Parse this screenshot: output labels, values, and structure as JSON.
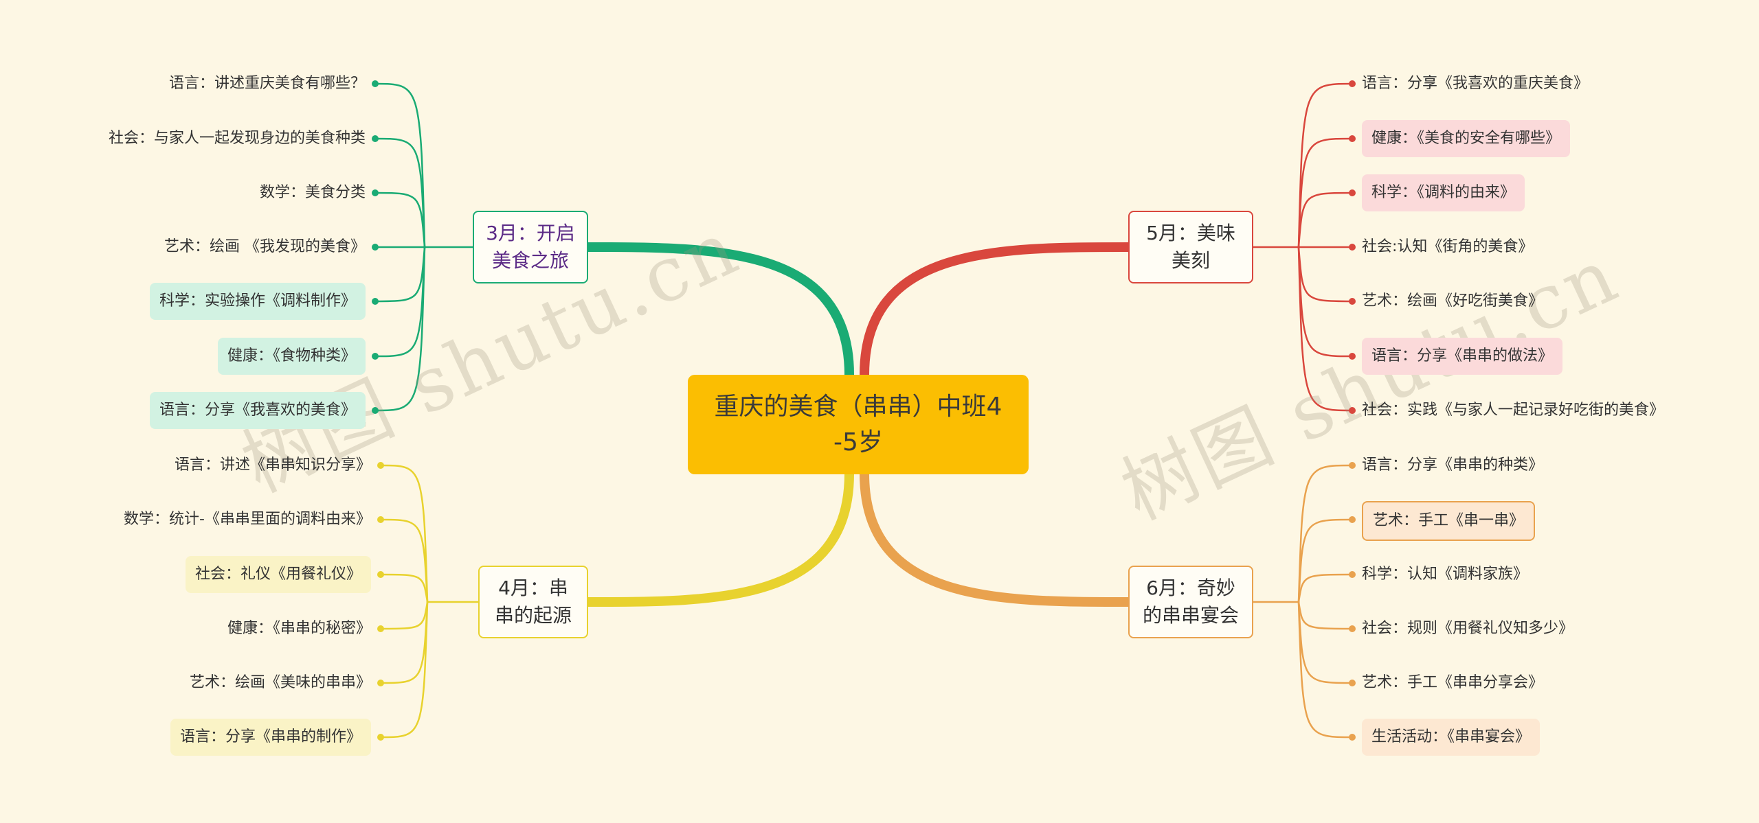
{
  "root": {
    "text": "重庆的美食（串串）中班4\n-5岁",
    "color": "#fbbe02"
  },
  "watermark": "树图 shutu.cn",
  "branches": [
    {
      "id": "mar",
      "side": "left",
      "color": "#1aab74",
      "text_color": "#5b2a86",
      "label": "3月：开启\n美食之旅",
      "items": [
        {
          "text": "语言：讲述重庆美食有哪些？",
          "highlight": false
        },
        {
          "text": "社会：与家人一起发现身边的美食种类",
          "highlight": false
        },
        {
          "text": "数学：美食分类",
          "highlight": false
        },
        {
          "text": "艺术：绘画 《我发现的美食》",
          "highlight": false
        },
        {
          "text": "科学：实验操作《调料制作》",
          "highlight": true
        },
        {
          "text": "健康：《食物种类》",
          "highlight": true
        },
        {
          "text": "语言：分享《我喜欢的美食》",
          "highlight": true
        }
      ],
      "highlight_bg": "#d2f2e2"
    },
    {
      "id": "apr",
      "side": "left",
      "color": "#e8d22e",
      "text_color": "#333333",
      "label": "4月：串\n串的起源",
      "items": [
        {
          "text": "语言：讲述《串串知识分享》",
          "highlight": false
        },
        {
          "text": "数学：统计-《串串里面的调料由来》",
          "highlight": false
        },
        {
          "text": "社会：礼仪《用餐礼仪》",
          "highlight": true
        },
        {
          "text": "健康：《串串的秘密》",
          "highlight": false
        },
        {
          "text": "艺术：绘画《美味的串串》",
          "highlight": false
        },
        {
          "text": "语言：分享《串串的制作》",
          "highlight": true
        }
      ],
      "highlight_bg": "#faf3c6"
    },
    {
      "id": "may",
      "side": "right",
      "color": "#d9473d",
      "text_color": "#333333",
      "label": "5月：美味\n美刻",
      "items": [
        {
          "text": "语言：分享《我喜欢的重庆美食》",
          "highlight": false
        },
        {
          "text": "健康：《美食的安全有哪些》",
          "highlight": true
        },
        {
          "text": "科学：《调料的由来》",
          "highlight": true
        },
        {
          "text": "社会:认知《街角的美食》",
          "highlight": false
        },
        {
          "text": "艺术：绘画《好吃街美食》",
          "highlight": false
        },
        {
          "text": "语言：分享《串串的做法》",
          "highlight": true
        },
        {
          "text": "社会：实践《与家人一起记录好吃街的美食》",
          "highlight": false
        }
      ],
      "highlight_bg": "#fbdada"
    },
    {
      "id": "jun",
      "side": "right",
      "color": "#e9a24e",
      "text_color": "#333333",
      "label": "6月：奇妙\n的串串宴会",
      "items": [
        {
          "text": "语言：分享《串串的种类》",
          "highlight": false
        },
        {
          "text": "艺术：手工《串一串》",
          "highlight": true,
          "bordered": true
        },
        {
          "text": "科学：认知《调料家族》",
          "highlight": false
        },
        {
          "text": "社会：规则《用餐礼仪知多少》",
          "highlight": false
        },
        {
          "text": "艺术：手工《串串分享会》",
          "highlight": false
        },
        {
          "text": "生活活动：《串串宴会》",
          "highlight": true
        }
      ],
      "highlight_bg": "#fde8d2"
    }
  ]
}
